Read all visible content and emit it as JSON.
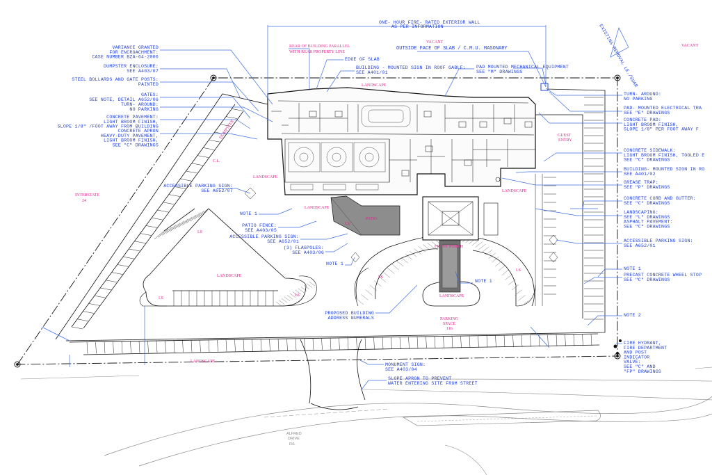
{
  "top": {
    "wall_note": "ONE- HOUR FIRE- RATED EXTERIOR WALL",
    "wall_sub": "AS PER INFORMATION",
    "vacant_mid": "VACANT",
    "vacant_right": "VACANT",
    "slab_face": "OUTSIDE FACE OF SLAB / C.M.U. MASONARY",
    "rear_parallel_1": "REAR OF BUILDING PARALLEL",
    "rear_parallel_2": "WITH REAR PROPERTY LINE",
    "existing_marker": "EXISTING REMOVAL LE./GUAR"
  },
  "left_notes": [
    {
      "lines": [
        "VARIANCE GRANTED",
        "FOR ENCROACHMENT:",
        "CASE NUMBER BZA-64-2006"
      ]
    },
    {
      "lines": [
        "DUMPSTER ENCLOSURE:",
        "SEE A403/07"
      ]
    },
    {
      "lines": [
        "STEEL BOLLARDS AND GATE POSTS:",
        "PAINTED"
      ]
    },
    {
      "lines": [
        "GATES:",
        "SEE NOTE, DETAIL A652/06"
      ]
    },
    {
      "lines": [
        "TURN- AROUND:",
        "NO PARKING"
      ]
    },
    {
      "lines": [
        "CONCRETE PAVEMENT:",
        "LIGHT BROOM FINISH,",
        "SLOPE 1/8\" /FOOT AWAY FROM BUILDING"
      ]
    },
    {
      "lines": [
        "CONCRETE APRON",
        "HEAVY-DUTY PAVEMENT,",
        "LIGHT BROOM FINISH,",
        "SEE \"C\" DRAWINGS"
      ]
    }
  ],
  "upper_center_notes": [
    {
      "lines": [
        "EDGE OF SLAB"
      ]
    },
    {
      "lines": [
        "BUILDING - MOUNTED SIGN IN ROOF GABLE:",
        "SEE A401/01"
      ]
    },
    {
      "lines": [
        "PAD MOUNTED MECHANICAL EQUIPMENT",
        "SEE \"M\" DRAWINGS"
      ]
    }
  ],
  "right_notes": [
    {
      "lines": [
        "TURN- AROUND:",
        "NO PARKING"
      ]
    },
    {
      "lines": [
        "PAD- MOUNTED ELECTRICAL TRA",
        "SEE \"E\" DRAWINGS"
      ]
    },
    {
      "lines": [
        "CONCRETE PAD:",
        "LIGHT BROOM FINISH,",
        "SLOPE 1/8\" PER FOOT AWAY F"
      ]
    },
    {
      "lines": [
        "CONCRETE SIDEWALK:",
        "LIGHT BROOM FINISH, TOOLED E",
        "SEE \"C\" DRAWINGS"
      ]
    },
    {
      "lines": [
        "BUILDING- MOUNTED SIGN IN RO",
        "SEE A401/02"
      ]
    },
    {
      "lines": [
        "GREASE TRAP:",
        "SEE \"P\" DRAWINGS"
      ]
    },
    {
      "lines": [
        "CONCRETE CURB AND GUTTER:",
        "SEE \"C\" DRAWINGS"
      ]
    },
    {
      "lines": [
        "LANDSCAPING:",
        "SEE \"L\" DRAWINGS",
        "ASPHALT PAVEMENT:",
        "SEE \"C\" DRAWINGS"
      ]
    },
    {
      "lines": [
        "ACCESSIBLE PARKING SIGN:",
        "SEE A652/01"
      ]
    },
    {
      "lines": [
        "NOTE 1"
      ]
    },
    {
      "lines": [
        "PRECAST CONCRETE WHEEL STOP",
        "SEE \"C\" DRAWINGS"
      ]
    },
    {
      "lines": [
        "NOTE 2"
      ]
    },
    {
      "lines": [
        "FIRE HYDRANT,",
        "FIRE DEPARTMENT",
        "AND POST",
        "INDICATOR",
        "VALVE:",
        "SEE \"C\" AND",
        "\"FP\" DRAWINGS"
      ]
    }
  ],
  "center_notes": [
    {
      "lines": [
        "ACCESSIBLE PARKING SIGN:",
        "SEE A652/07"
      ]
    },
    {
      "lines": [
        "NOTE 1"
      ]
    },
    {
      "lines": [
        "PATIO FENCE:",
        "SEE A403/05"
      ]
    },
    {
      "lines": [
        "ACCESSIBLE PARKING SIGN:",
        "SEE A652/01"
      ]
    },
    {
      "lines": [
        "(3) FLAGPOLES:",
        "SEE A403/06"
      ]
    },
    {
      "lines": [
        "NOTE 1"
      ]
    },
    {
      "lines": [
        "NOTE 1"
      ]
    },
    {
      "lines": [
        "PROPOSED BUILDING",
        "ADDRESS NUMERALS"
      ]
    }
  ],
  "bottom_notes": [
    {
      "lines": [
        "MONUMENT SIGN:",
        "SEE A403/04"
      ]
    },
    {
      "lines": [
        "SLOPE APRON TO PREVENT",
        "WATER ENTERING SITE FROM STREET"
      ]
    }
  ],
  "pink_labels": {
    "landscape_top": "LANDSCAPE",
    "landscape_left": "LANDSCAPE",
    "landscape_patio": "LANDSCAPE",
    "landscape_mid": "LANDSCAPE",
    "landscape_right": "LANDSCAPE",
    "landscape_island": "LANDSCAPE",
    "landscape_bottom": "LANDSCAPE",
    "interstate_1": "INTERSTATE",
    "interstate_2": "24",
    "guest_1": "GUEST",
    "guest_2": "ENTRY",
    "parking_1": "PARKING",
    "parking_2": "SPACE",
    "parking_3": "116",
    "ls_1": "LS",
    "ls_2": "LS",
    "ls_3": "LS",
    "ls_4": "LS",
    "ls_5": "LS",
    "ls_6": "LS",
    "patio": "PATIO",
    "dumpster": "DUMPSTER",
    "front_porch": "FRONT PORCH",
    "cl": "C.L."
  },
  "street": {
    "label_1": "ALFRED",
    "label_2": "DRIVE",
    "label_3": "R/L"
  }
}
